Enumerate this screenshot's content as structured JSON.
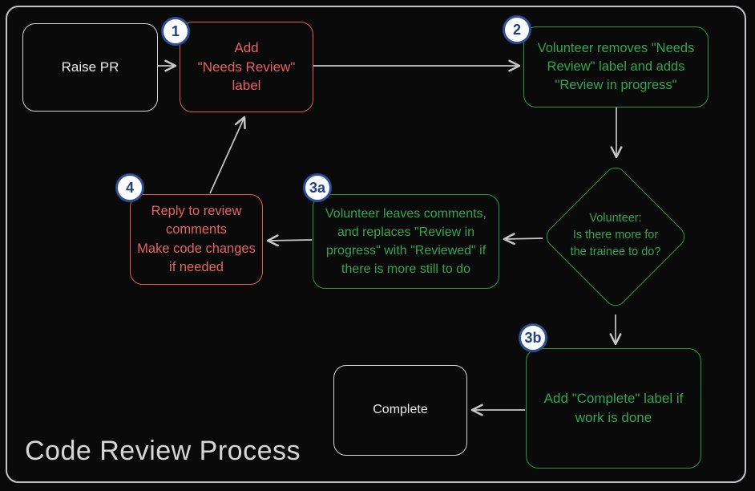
{
  "title": "Code Review Process",
  "colors": {
    "red": "#e66363",
    "green": "#32a551",
    "neutral": "#ececec",
    "badge_ring": "#2e4f93",
    "arrow": "#c6c6c6",
    "background": "#0a0a0b"
  },
  "nodes": {
    "raise_pr": {
      "label": "Raise PR"
    },
    "add_needs_review": {
      "badge": "1",
      "label": "Add\n\"Needs Review\"\nlabel"
    },
    "volunteer_removes": {
      "badge": "2",
      "label": "Volunteer removes \"Needs\nReview\" label and adds\n\"Review in progress\""
    },
    "decision": {
      "label": "Volunteer:\nIs there more for\nthe trainee to do?"
    },
    "volunteer_leaves_comments": {
      "badge": "3a",
      "label": "Volunteer leaves comments,\nand replaces \"Review in\nprogress\" with \"Reviewed\" if\nthere is more still to do"
    },
    "reply_to_comments": {
      "badge": "4",
      "label": "Reply to review\ncomments\nMake code changes\nif needed"
    },
    "add_complete_label": {
      "badge": "3b",
      "label": "Add \"Complete\" label if\nwork is done"
    },
    "complete": {
      "label": "Complete"
    }
  },
  "edges": [
    {
      "from": "raise_pr",
      "to": "add_needs_review"
    },
    {
      "from": "add_needs_review",
      "to": "volunteer_removes"
    },
    {
      "from": "volunteer_removes",
      "to": "decision"
    },
    {
      "from": "decision",
      "to": "volunteer_leaves_comments"
    },
    {
      "from": "volunteer_leaves_comments",
      "to": "reply_to_comments"
    },
    {
      "from": "reply_to_comments",
      "to": "add_needs_review"
    },
    {
      "from": "decision",
      "to": "add_complete_label"
    },
    {
      "from": "add_complete_label",
      "to": "complete"
    }
  ]
}
